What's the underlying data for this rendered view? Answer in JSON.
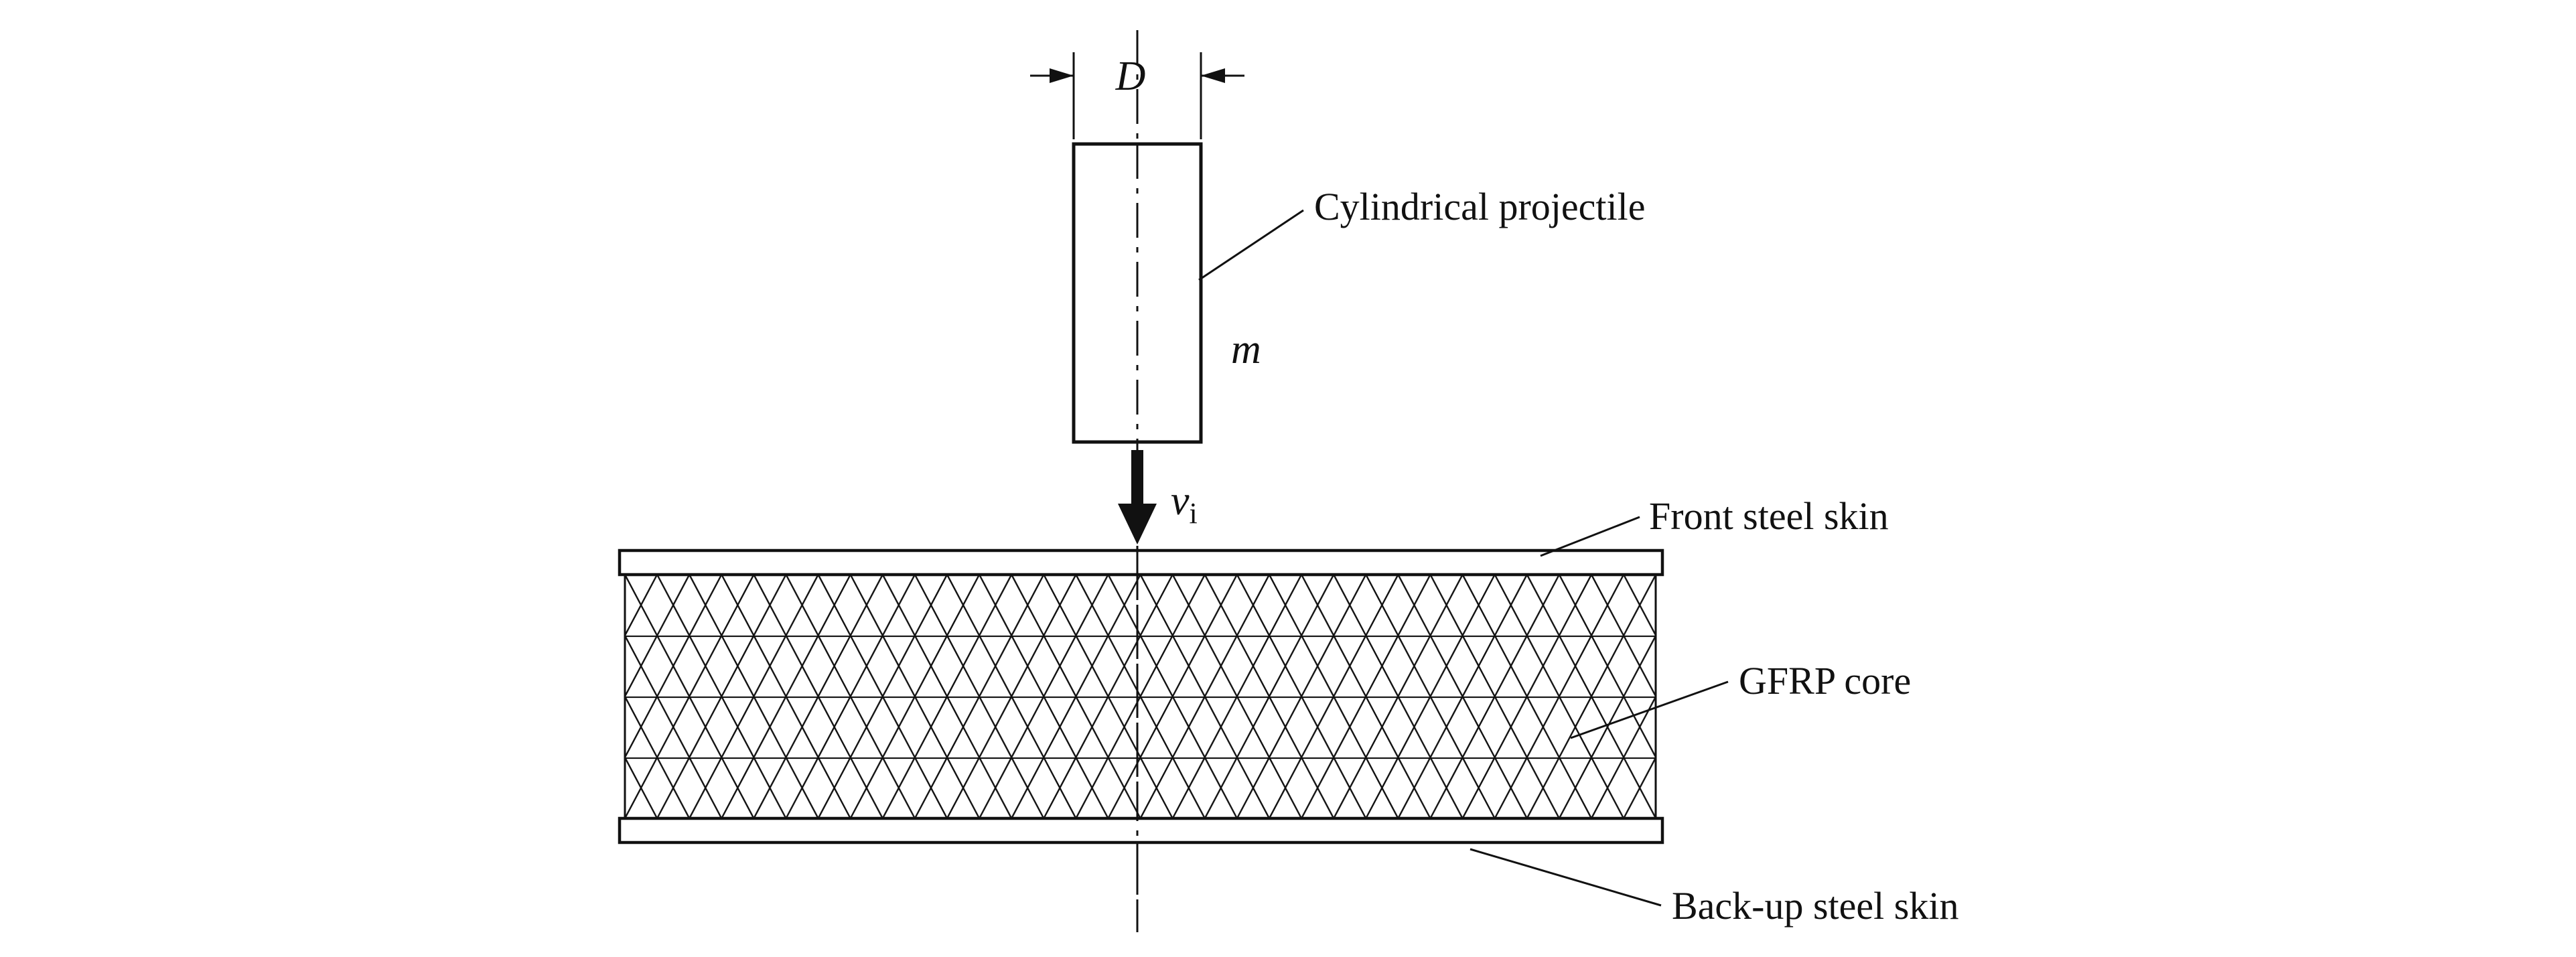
{
  "diagram": {
    "labels": {
      "diameter": "D",
      "projectile": "Cylindrical projectile",
      "mass": "m",
      "velocity_symbol": "v",
      "velocity_subscript": "i",
      "front_skin": "Front steel skin",
      "core": "GFRP core",
      "back_skin": "Back-up steel skin"
    },
    "colors": {
      "line": "#111111",
      "background": "#ffffff"
    }
  }
}
